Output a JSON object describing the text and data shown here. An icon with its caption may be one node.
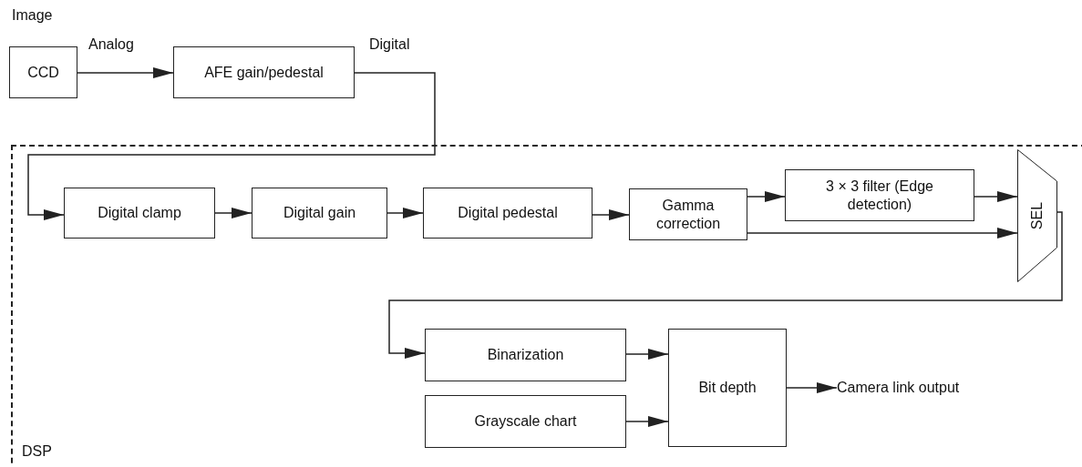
{
  "diagram": {
    "nodes": [
      {
        "text": [
          "CCD"
        ]
      },
      {
        "text": [
          "AFE gain/pedestal"
        ]
      },
      {
        "text": [
          "DSP"
        ]
      },
      {
        "text": [
          "Digital clamp"
        ],
        "in": 2
      },
      {
        "text": [
          "Digital gain"
        ],
        "in": 2
      },
      {
        "text": [
          "Digital pedestal"
        ],
        "in": 2
      },
      {
        "text": [
          "Gamma correction"
        ],
        "in": 2
      },
      {
        "text": [
          "3 × 3 filter (Edge detection)"
        ],
        "in": 2
      },
      {
        "text": [
          "SEL"
        ],
        "in": 2
      },
      {
        "text": [
          "Binarization"
        ],
        "in": 2
      },
      {
        "text": [
          "Grayscale chart"
        ],
        "in": 2
      },
      {
        "text": [
          "Bit depth"
        ],
        "in": 2
      },
      {
        "text": [
          "Camera link output"
        ],
        "in": 2
      }
    ],
    "edges": [
      {
        "from": 0,
        "to": 1,
        "arrow": "to",
        "label": "Analog"
      },
      {
        "from": 1,
        "to": 3,
        "arrow": "to",
        "label": "Digital"
      },
      {
        "from": 3,
        "to": 4,
        "arrow": "to"
      },
      {
        "from": 4,
        "to": 5,
        "arrow": "to"
      },
      {
        "from": 5,
        "to": 6,
        "arrow": "to"
      },
      {
        "from": 6,
        "to": 7,
        "arrow": "to"
      },
      {
        "from": 7,
        "to": 8,
        "arrow": "to"
      },
      {
        "from": 6,
        "to": 8,
        "arrow": "to"
      },
      {
        "from": 8,
        "to": 9,
        "arrow": "to"
      },
      {
        "from": 9,
        "to": 11,
        "arrow": "to"
      },
      {
        "from": 10,
        "to": 11,
        "arrow": "to"
      },
      {
        "from": 11,
        "to": 12,
        "arrow": "to"
      }
    ],
    "labels": [
      "Image"
    ]
  }
}
